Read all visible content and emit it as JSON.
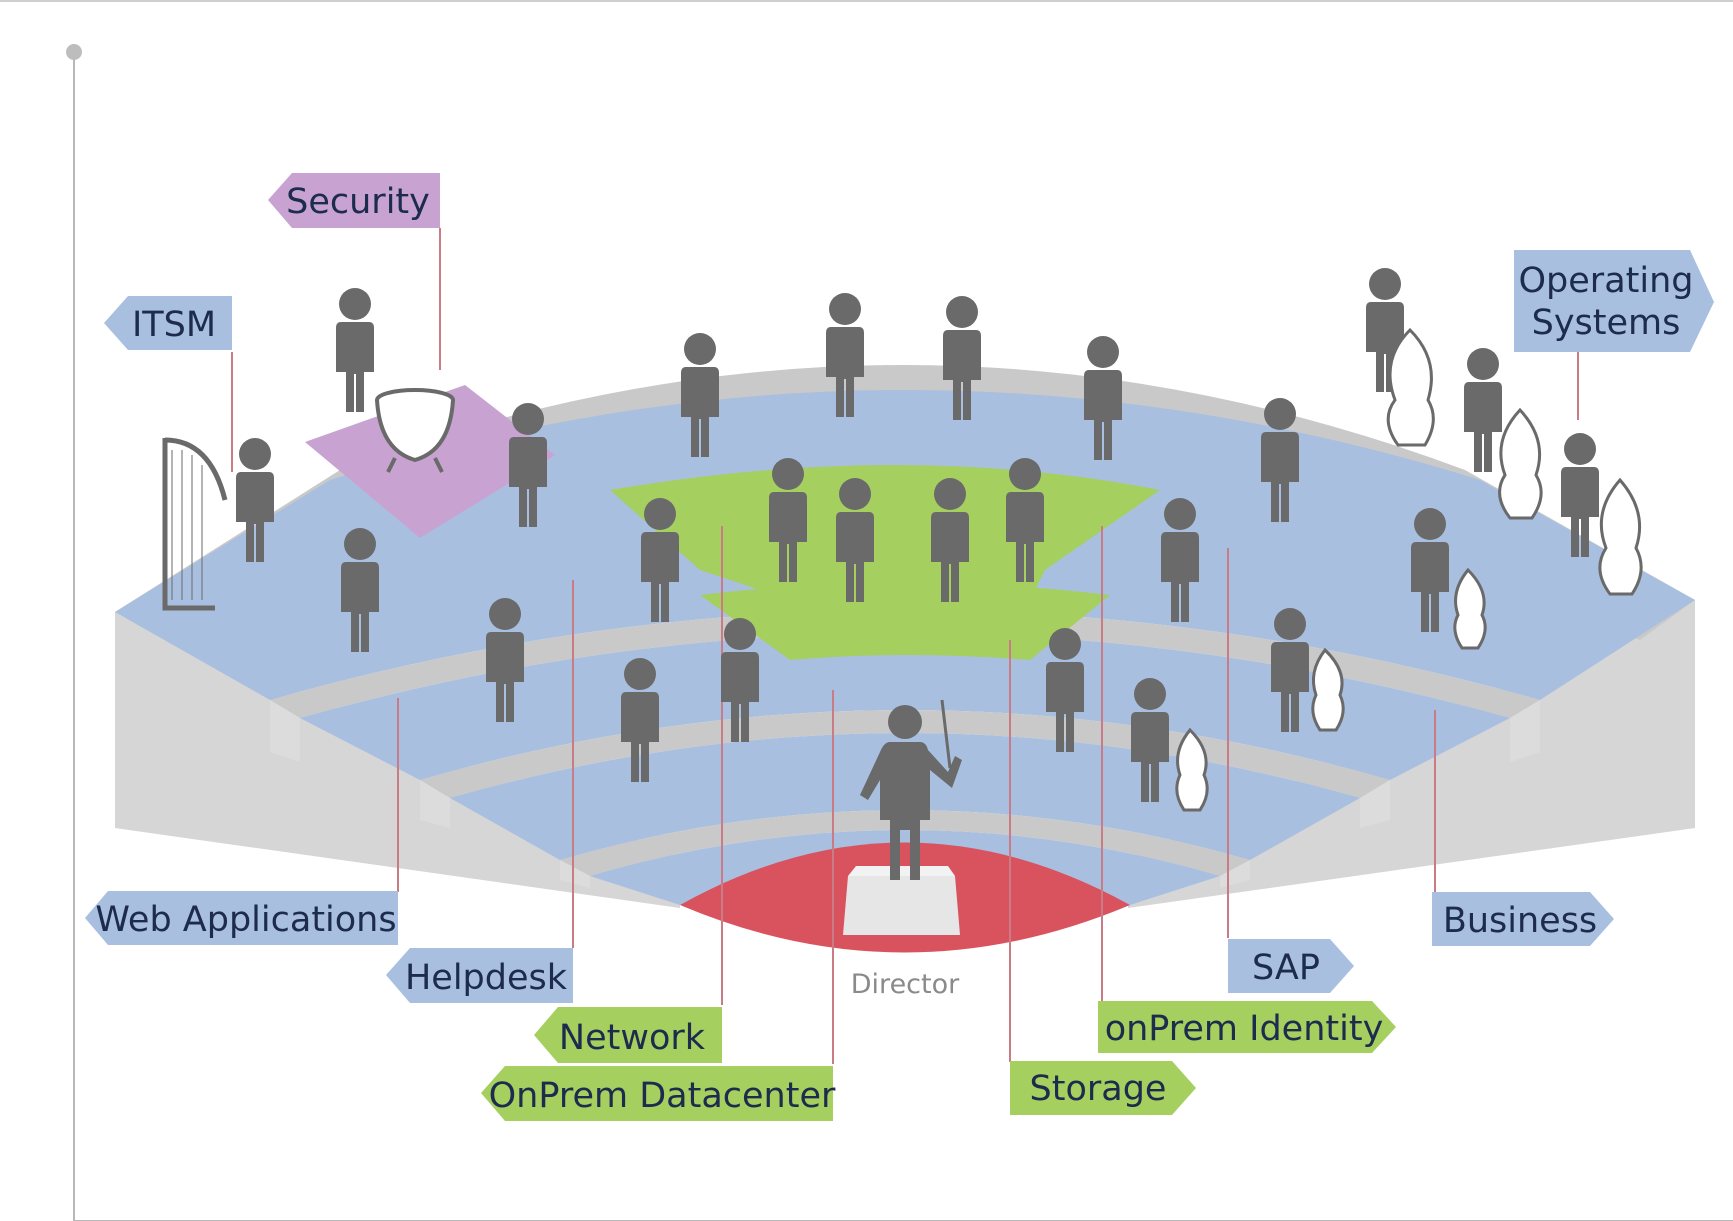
{
  "colors": {
    "blue": "#a9bfe0",
    "green": "#a5cf5f",
    "purple": "#c8a3d2",
    "red": "#d9535f",
    "figure": "#6a6a6a",
    "platform_side": "#d6d6d6",
    "aisle": "#c9c9c9",
    "leader": "#c97b86"
  },
  "director": {
    "label": "Director"
  },
  "tags": [
    {
      "id": "security",
      "label": "Security",
      "color": "purple"
    },
    {
      "id": "itsm",
      "label": "ITSM",
      "color": "blue"
    },
    {
      "id": "operating-systems",
      "lines": [
        "Operating",
        "Systems"
      ],
      "color": "blue"
    },
    {
      "id": "web-applications",
      "label": "Web Applications",
      "color": "blue"
    },
    {
      "id": "helpdesk",
      "label": "Helpdesk",
      "color": "blue"
    },
    {
      "id": "network",
      "label": "Network",
      "color": "green"
    },
    {
      "id": "onprem-datacenter",
      "label": "OnPrem Datacenter",
      "color": "green"
    },
    {
      "id": "storage",
      "label": "Storage",
      "color": "green"
    },
    {
      "id": "onprem-identity",
      "label": "onPrem Identity",
      "color": "green"
    },
    {
      "id": "sap",
      "label": "SAP",
      "color": "blue"
    },
    {
      "id": "business",
      "label": "Business",
      "color": "blue"
    }
  ]
}
